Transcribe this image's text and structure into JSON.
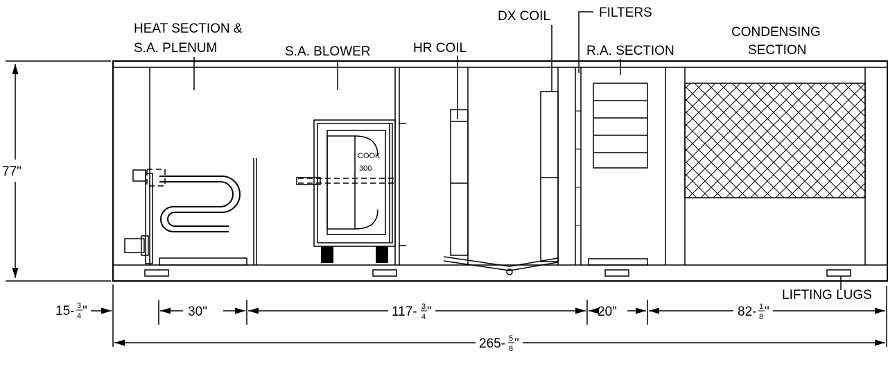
{
  "labels": {
    "heat_section_1": "HEAT SECTION &",
    "heat_section_2": "S.A. PLENUM",
    "sa_blower": "S.A. BLOWER",
    "hr_coil": "HR COIL",
    "dx_coil": "DX COIL",
    "filters": "FILTERS",
    "ra_section": "R.A. SECTION",
    "condensing_1": "CONDENSING",
    "condensing_2": "SECTION",
    "lifting_lugs": "LIFTING LUGS",
    "fan_brand": "COOK",
    "fan_model": "300"
  },
  "dimensions": {
    "height": "77\"",
    "d1_whole": "15-",
    "d1_num": "3",
    "d1_den": "4",
    "d1_unit": "\"",
    "d2": "30\"",
    "d3_whole": "117-",
    "d3_num": "3",
    "d3_den": "4",
    "d3_unit": "\"",
    "d4": "20\"",
    "d5_whole": "82-",
    "d5_num": "1",
    "d5_den": "8",
    "d5_unit": "\"",
    "total_whole": "265-",
    "total_num": "5",
    "total_den": "8",
    "total_unit": "\""
  }
}
